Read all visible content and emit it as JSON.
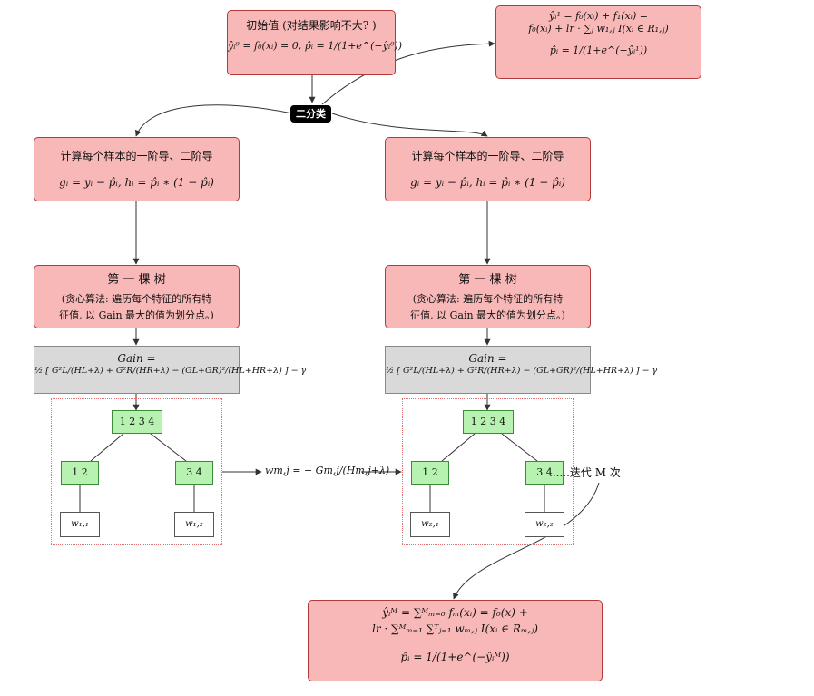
{
  "init_box": {
    "title": "初始值 (对结果影响不大? )",
    "formula": "ŷᵢ⁰ = f₀(xᵢ) = 0, p̂ᵢ = 1/(1+e^(−ŷᵢ⁰))"
  },
  "update_box": {
    "line1": "ŷᵢ¹ = f₀(xᵢ) + f₁(xᵢ) =",
    "line2": "f₀(xᵢ) + lr · ∑ⱼ w₁,ⱼ I(xᵢ ∈ R₁,ⱼ)",
    "line3": "p̂ᵢ = 1/(1+e^(−ŷᵢ¹))"
  },
  "badge": "二分类",
  "deriv_box": {
    "title": "计算每个样本的一阶导、二阶导",
    "formula": "gᵢ = yᵢ − p̂ᵢ, hᵢ = p̂ᵢ ∗ (1 − p̂ᵢ)"
  },
  "tree_box": {
    "title": "第 一 棵 树",
    "desc1": "(贪心算法: 遍历每个特征的所有特",
    "desc2": "征值, 以 Gain 最大的值为划分点。)"
  },
  "gain_box": {
    "line1": "Gain =",
    "line2": "½ [ G²L/(HL+λ) + G²R/(HR+λ) − (GL+GR)²/(HL+HR+λ) ] − γ"
  },
  "tree_left": {
    "root": "1 2 3 4",
    "left": "1 2",
    "right": "3 4",
    "leaf_left": "w₁,₁",
    "leaf_right": "w₁,₂"
  },
  "tree_right": {
    "root": "1 2 3 4",
    "left": "1 2",
    "right": "3 4",
    "leaf_left": "w₂,₁",
    "leaf_right": "w₂,₂"
  },
  "weight_formula": "wm,j = − Gm,j/(Hm,j+λ)",
  "iterate_label": "......迭代 M 次",
  "final_box": {
    "line1": "ŷᵢᴹ = ∑ᴹₘ₌₀ fₘ(xᵢ) = f₀(x) +",
    "line2": "lr · ∑ᴹₘ₌₁ ∑ᵀⱼ₌₁ wₘ,ⱼ I(xᵢ ∈ Rₘ,ⱼ)",
    "line3": "p̂ᵢ = 1/(1+e^(−ŷᵢᴹ))"
  }
}
